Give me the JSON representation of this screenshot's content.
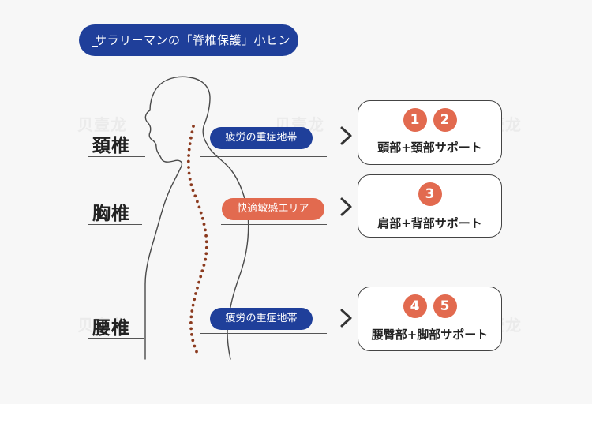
{
  "title": "サラリーマンの「脊椎保護」小ヒン",
  "watermarks": [
    "贝壹龙",
    "贝壹龙",
    "贝壹龙",
    "贝壹龙",
    "贝壹龙"
  ],
  "regions": [
    {
      "label": "頚椎",
      "tag": "疲労の重症地帯",
      "tag_color": "#1f3f9a",
      "numbers": [
        "1",
        "2"
      ],
      "support": "頭部+頚部サポート"
    },
    {
      "label": "胸椎",
      "tag": "快適敏感エリア",
      "tag_color": "#e26a4f",
      "numbers": [
        "3"
      ],
      "support": "肩部+背部サポート"
    },
    {
      "label": "腰椎",
      "tag": "疲労の重症地帯",
      "tag_color": "#1f3f9a",
      "numbers": [
        "4",
        "5"
      ],
      "support": "腰臀部+脚部サポート"
    }
  ],
  "colors": {
    "navy": "#1f3f9a",
    "accent": "#e26a4f",
    "spine_dots": "#8b3a1e"
  }
}
